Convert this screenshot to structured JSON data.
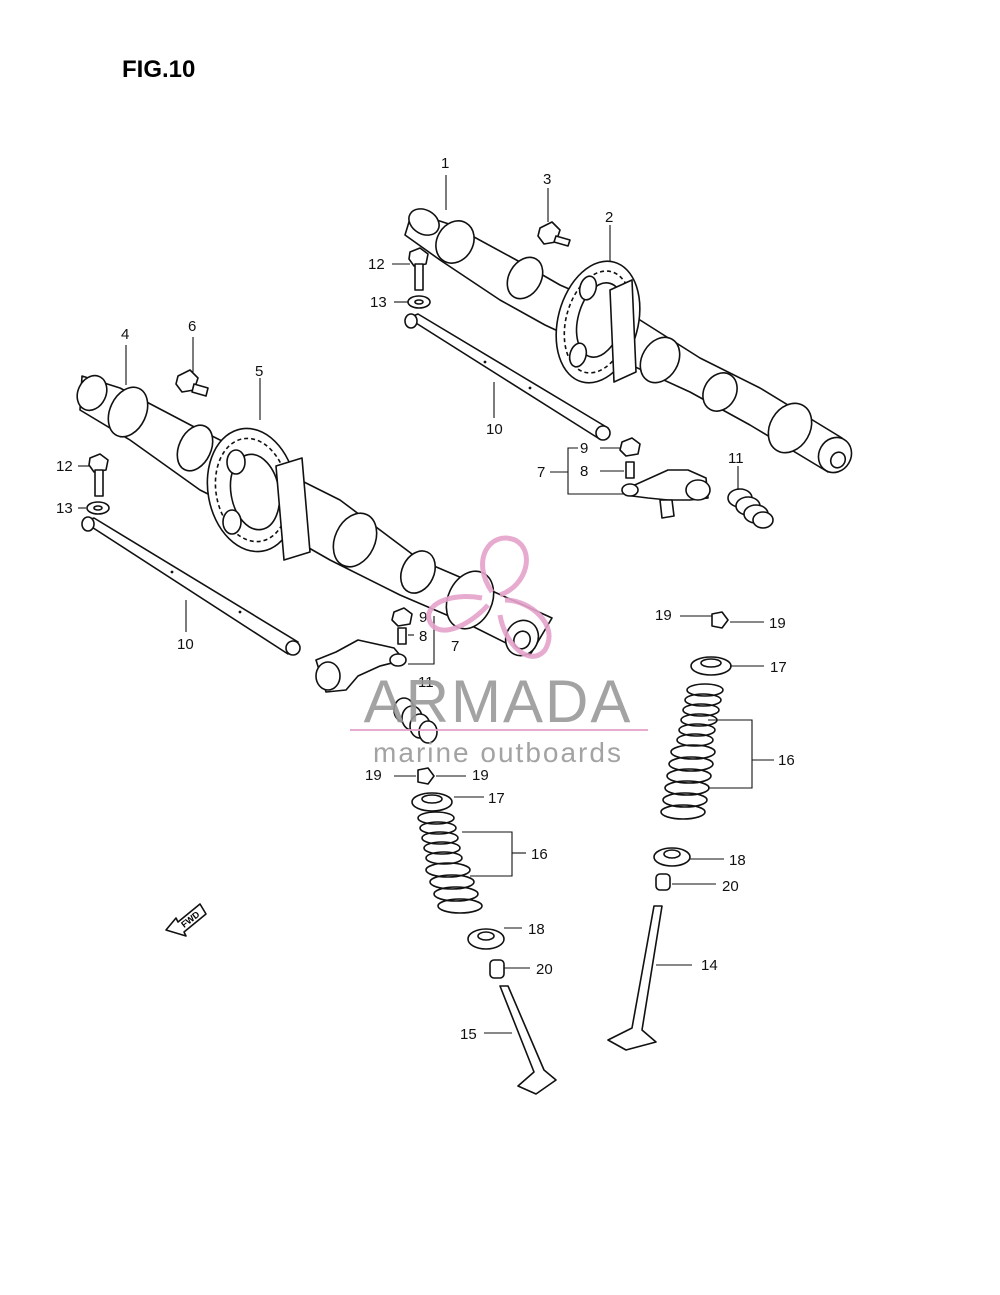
{
  "figure": {
    "title": "FIG.10"
  },
  "watermark": {
    "brand": "ARMADA",
    "tagline": "marine outboards",
    "brand_color": "#9a9a9a",
    "accent_color": "#e6a3cc"
  },
  "fwd_marker": "FWD",
  "callouts": {
    "c1": "1",
    "c2": "2",
    "c3": "3",
    "c4": "4",
    "c5": "5",
    "c6": "6",
    "c7a": "7",
    "c7b": "7",
    "c8a": "8",
    "c8b": "8",
    "c9a": "9",
    "c9b": "9",
    "c10a": "10",
    "c10b": "10",
    "c11a": "11",
    "c11b": "11",
    "c12a": "12",
    "c12b": "12",
    "c13a": "13",
    "c13b": "13",
    "c14": "14",
    "c15": "15",
    "c16a": "16",
    "c16b": "16",
    "c17a": "17",
    "c17b": "17",
    "c18a": "18",
    "c18b": "18",
    "c19a": "19",
    "c19b": "19",
    "c19c": "19",
    "c19d": "19",
    "c20a": "20",
    "c20b": "20"
  }
}
